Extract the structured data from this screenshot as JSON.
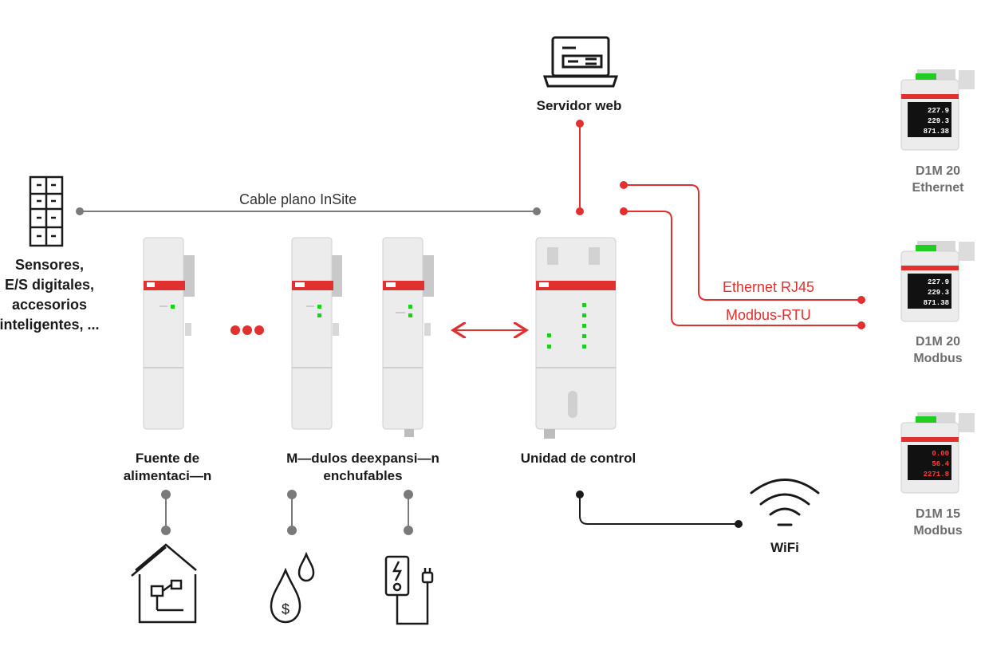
{
  "labels": {
    "web_server": "Servidor web",
    "cable": "Cable plano InSite",
    "sensors_1": "Sensores,",
    "sensors_2": "E/S digitales,",
    "sensors_3": "accesorios",
    "sensors_4": "inteligentes, ...",
    "power_supply_1": "Fuente de",
    "power_supply_2": "alimentaci—n",
    "modules_1": "M—dulos de",
    "modules_1b": "expansi—n",
    "modules_2": "enchufables",
    "control_unit": "Unidad de control",
    "wifi": "WiFi",
    "ethernet": "Ethernet RJ45",
    "modbus": "Modbus-RTU",
    "meter1_1": "D1M 20",
    "meter1_2": "Ethernet",
    "meter2_1": "D1M 20",
    "meter2_2": "Modbus",
    "meter3_1": "D1M 15",
    "meter3_2": "Modbus"
  },
  "meter_readings": {
    "m1": [
      "227.9",
      "229.3",
      "871.38"
    ],
    "m2": [
      "227.9",
      "229.3",
      "871.38"
    ],
    "m3": [
      "0.00",
      "56.4",
      "2271.8"
    ]
  },
  "colors": {
    "accent_red": "#e03030",
    "line_gray": "#7a7a7a",
    "dark": "#1a1a1a",
    "device_gray": "#e9e9e9"
  }
}
